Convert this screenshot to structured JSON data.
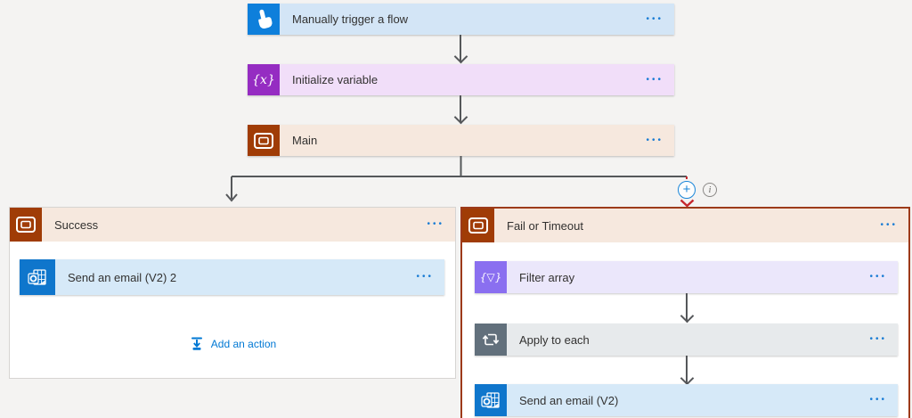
{
  "ui": {
    "more_dots": "•••",
    "insert_step_plus": "+",
    "info_symbol": "i",
    "add_action_label": "Add an action"
  },
  "trigger": {
    "label": "Manually trigger a flow"
  },
  "actions": {
    "initialize_variable": {
      "label": "Initialize variable",
      "icon_glyph": "{x}"
    },
    "main_scope": {
      "label": "Main"
    },
    "success_scope": {
      "label": "Success",
      "children": {
        "send_email_2": {
          "label": "Send an email (V2) 2"
        }
      }
    },
    "fail_scope": {
      "label": "Fail or Timeout",
      "children": {
        "filter_array": {
          "label": "Filter array",
          "icon_glyph": "{▽}"
        },
        "apply_to_each": {
          "label": "Apply to each"
        },
        "send_email": {
          "label": "Send an email (V2)"
        }
      }
    }
  },
  "colors": {
    "accent_blue": "#0078d4",
    "connector_gray": "#55575a",
    "insert_arrow_red": "#c5282e",
    "trigger_icon_bg": "#0e7fdb",
    "trigger_card_bg": "#d3e5f6",
    "variable_icon_bg": "#952cc2",
    "variable_card_bg": "#f1def9",
    "scope_icon_bg": "#a03c06",
    "scope_header_bg": "#f6e8de",
    "filter_icon_bg": "#8a6ff0",
    "filter_card_bg": "#ebe7fb",
    "apply_icon_bg": "#62707c",
    "apply_card_bg": "#e7eaec",
    "outlook_icon_bg": "#0f76cc",
    "email_card_bg": "#d6e9f8",
    "fail_scope_border": "#9d3a1a",
    "canvas_bg": "#f4f3f2"
  }
}
